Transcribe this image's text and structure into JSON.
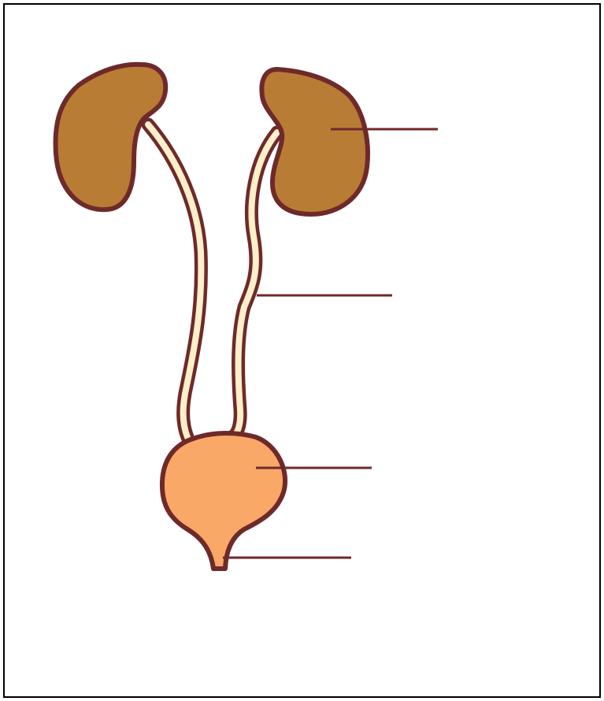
{
  "colors": {
    "outline": "#6e2a2a",
    "kidney_fill": "#b97c35",
    "ureter_fill": "#fcefc9",
    "bladder_fill": "#f9a867",
    "leader_line": "#6e2a2a",
    "frame_border": "#000000",
    "background": "#ffffff"
  },
  "diagram": {
    "subject": "urinary system",
    "parts": [
      "left-kidney",
      "right-kidney",
      "left-ureter",
      "right-ureter",
      "bladder",
      "urethra"
    ],
    "leader_lines": [
      {
        "points_to": "kidney",
        "label": ""
      },
      {
        "points_to": "ureter",
        "label": ""
      },
      {
        "points_to": "bladder",
        "label": ""
      },
      {
        "points_to": "urethra",
        "label": ""
      }
    ]
  }
}
